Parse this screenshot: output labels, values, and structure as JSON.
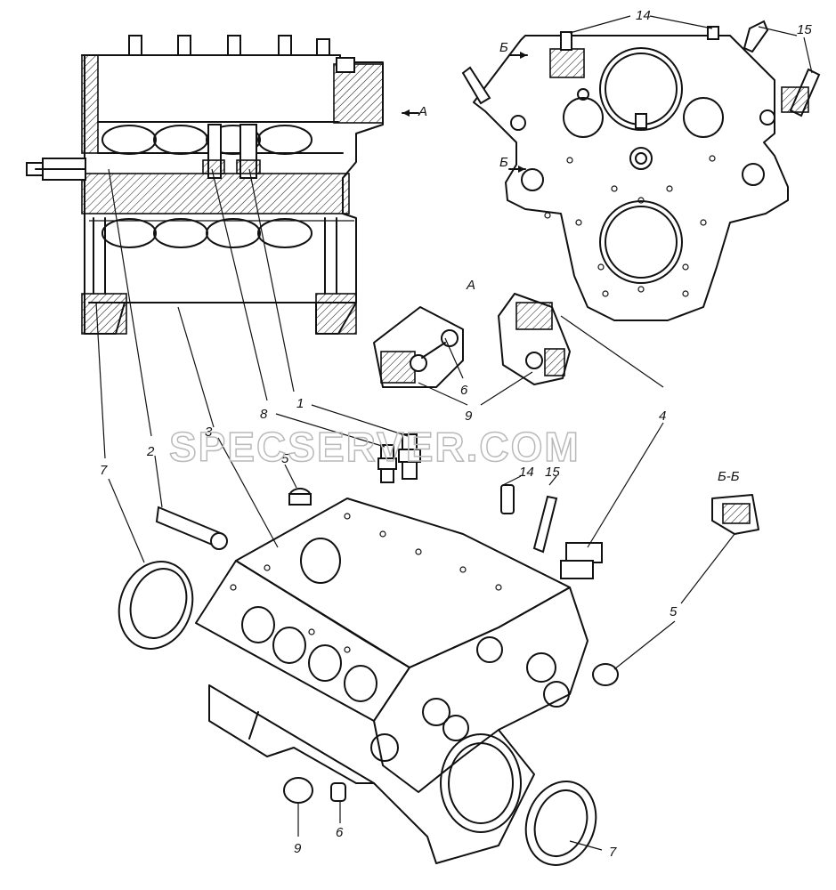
{
  "watermark": "SPECSERVER.COM",
  "views": {
    "view_a": "А",
    "view_b_arrow_1": "Б",
    "view_b_arrow_2": "Б",
    "section_bb": "Б-Б",
    "arrow_a": "А"
  },
  "callouts": {
    "c14_top": "14",
    "c15_top": "15",
    "c6_detail": "6",
    "c9_detail": "9",
    "c4": "4",
    "c8": "8",
    "c1": "1",
    "c3": "3",
    "c2": "2",
    "c5_left": "5",
    "c14_mid": "14",
    "c15_mid": "15",
    "c7_left": "7",
    "c5_right": "5",
    "c9_bottom": "9",
    "c6_bottom": "6",
    "c7_right": "7"
  }
}
